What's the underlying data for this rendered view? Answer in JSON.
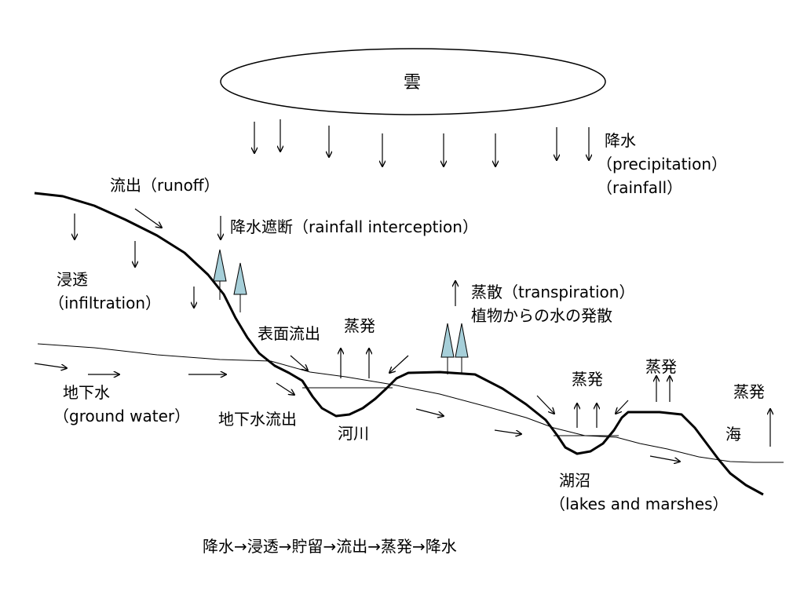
{
  "cloud": "雲",
  "precipitation": {
    "jp": "降水",
    "en1": "（precipitation）",
    "en2": "（rainfall）"
  },
  "runoff": "流出（runoff）",
  "interception": "降水遮断（rainfall interception）",
  "infiltration": {
    "jp": "浸透",
    "en": "（infiltration）"
  },
  "transpiration": {
    "line1": "蒸散（transpiration）",
    "line2": "植物からの水の発散"
  },
  "surface_runoff": "表面流出",
  "evap_river": "蒸発",
  "evap_lake": "蒸発",
  "evap_plateau": "蒸発",
  "evap_sea": "蒸発",
  "groundwater": {
    "jp": "地下水",
    "en": "（ground water）"
  },
  "groundwater_runoff": "地下水流出",
  "river": "河川",
  "sea": "海",
  "lakes": {
    "jp": "湖沼",
    "en": "（lakes and marshes）"
  },
  "cycle": "降水→浸透→貯留→流出→蒸発→降水"
}
